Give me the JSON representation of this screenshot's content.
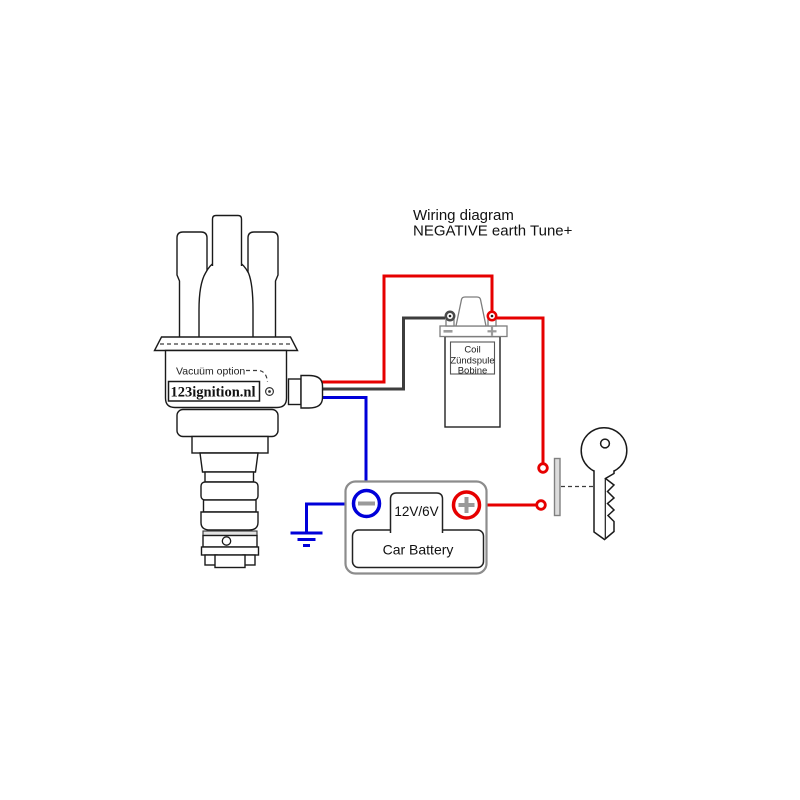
{
  "diagram_title": {
    "line1": "Wiring diagram",
    "line2": "NEGATIVE earth Tune+"
  },
  "distributor": {
    "vacuum_label": "Vacuüm option",
    "brand": "123ignition.nl"
  },
  "coil": {
    "line1": "Coil",
    "line2": "Zündspule",
    "line3": "Bobine"
  },
  "battery": {
    "voltage": "12V/6V",
    "name": "Car Battery"
  },
  "colors": {
    "wire_red": "#e60000",
    "wire_blue": "#0000d9",
    "wire_black": "#3d3d3d",
    "battery_outline": "#8c8c8c",
    "terminal_mark_gray": "#9a9a9a"
  }
}
